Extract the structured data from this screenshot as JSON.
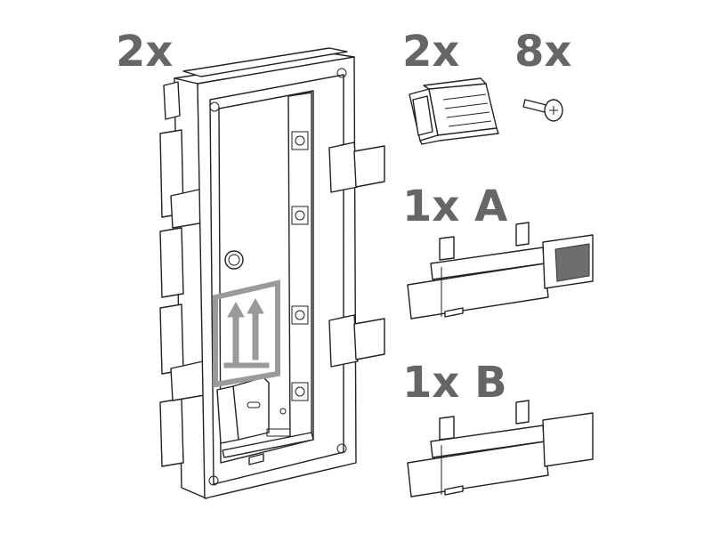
{
  "labels": {
    "box_qty": "2x",
    "clip_qty": "2x",
    "screw_qty": "8x",
    "rail_a": "1x A",
    "rail_b": "1x B"
  },
  "colors": {
    "label_text": "#666666",
    "line": "#222222",
    "symbol_grey": "#9a9a9a"
  },
  "icons": [
    "mounting-box-icon",
    "up-arrows-icon",
    "clip-icon",
    "screw-icon",
    "rail-a-icon",
    "rail-b-icon"
  ]
}
